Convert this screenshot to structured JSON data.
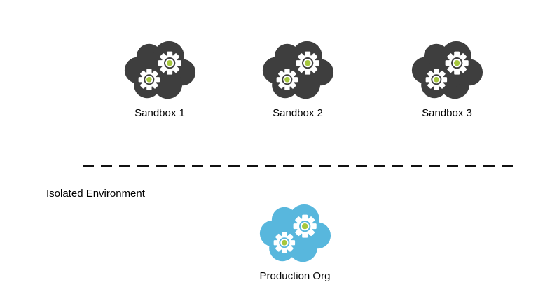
{
  "page": {
    "type": "architecture-diagram",
    "background": "#ffffff"
  },
  "labels": {
    "isolated_environment": "Isolated Environment"
  },
  "nodes": {
    "sandboxes": [
      {
        "label": "Sandbox 1",
        "icon": "cloud-gears-icon"
      },
      {
        "label": "Sandbox 2",
        "icon": "cloud-gears-icon"
      },
      {
        "label": "Sandbox 3",
        "icon": "cloud-gears-icon"
      }
    ],
    "production": {
      "label": "Production Org",
      "icon": "cloud-gears-icon"
    }
  },
  "divider": {
    "style": "dashed",
    "orientation": "horizontal"
  },
  "colors": {
    "background": "#ffffff",
    "sandbox_cloud": "#3e3e3e",
    "production_cloud": "#58b7dd",
    "gear_white": "#ffffff",
    "gear_center_color": "#a6c73c",
    "divider": "#111111",
    "text": "#000000"
  }
}
